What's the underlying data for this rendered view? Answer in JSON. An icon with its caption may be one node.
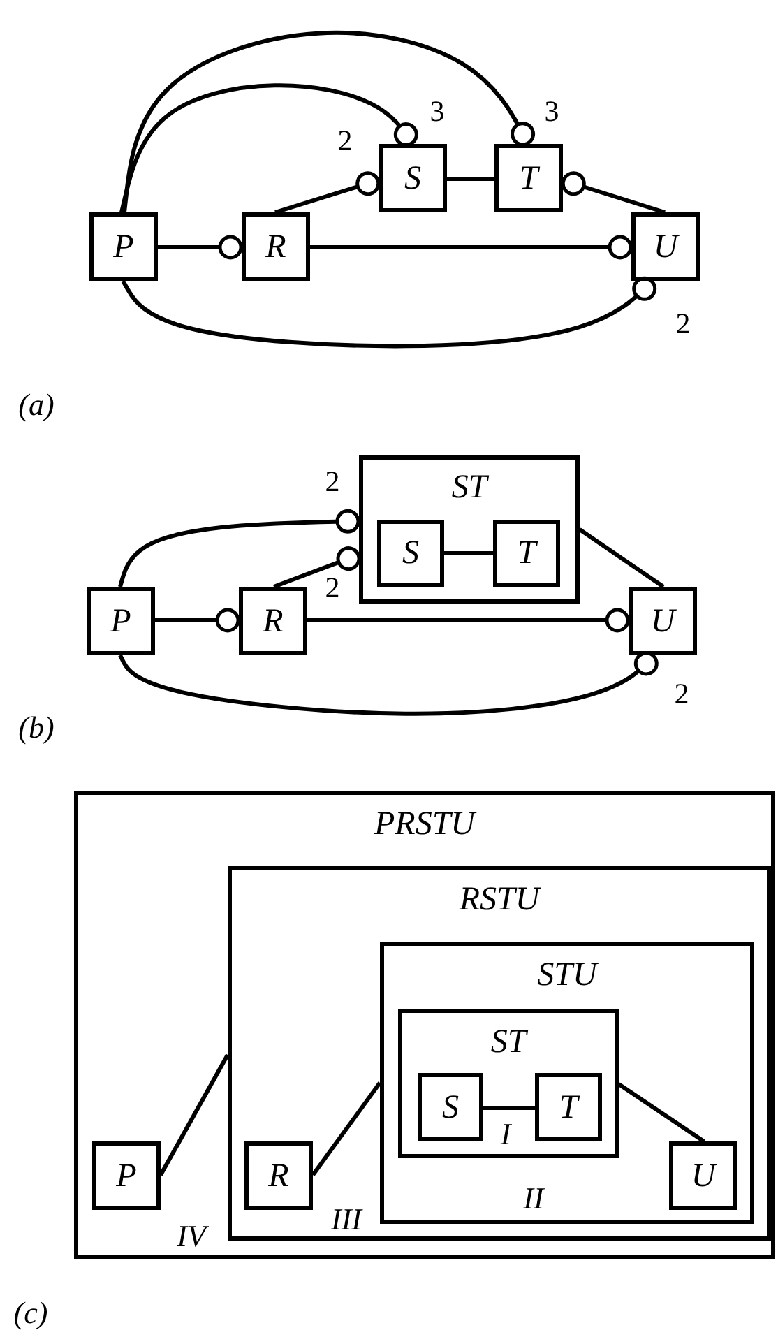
{
  "diagram": {
    "nodes": [
      {
        "text": [
          "P"
        ]
      },
      {
        "text": [
          "R"
        ]
      },
      {
        "text": [
          "S"
        ]
      },
      {
        "text": [
          "T"
        ]
      },
      {
        "text": [
          "U"
        ]
      },
      {
        "text": [
          "ST"
        ]
      },
      {
        "text": [
          "S"
        ],
        "in": 5
      },
      {
        "text": [
          "T"
        ],
        "in": 5
      },
      {
        "text": [
          "P"
        ]
      },
      {
        "text": [
          "R"
        ]
      },
      {
        "text": [
          "U"
        ]
      },
      {
        "text": [
          "PRSTU"
        ]
      },
      {
        "text": [
          "RSTU"
        ],
        "in": 11
      },
      {
        "text": [
          "STU"
        ],
        "in": 12
      },
      {
        "text": [
          "ST"
        ],
        "in": 13
      },
      {
        "text": [
          "S"
        ],
        "in": 14
      },
      {
        "text": [
          "T"
        ],
        "in": 14
      },
      {
        "text": [
          "P"
        ],
        "in": 11
      },
      {
        "text": [
          "R"
        ],
        "in": 12
      },
      {
        "text": [
          "U"
        ],
        "in": 13
      }
    ],
    "edges": [
      {
        "from": 0,
        "to": 1,
        "arrow": "other"
      },
      {
        "from": 1,
        "to": 2,
        "arrow": "other",
        "label": "2"
      },
      {
        "from": 0,
        "to": 2,
        "arrow": "other",
        "label": "3"
      },
      {
        "from": 0,
        "to": 3,
        "arrow": "other",
        "label": "3"
      },
      {
        "from": 2,
        "to": 3,
        "arrow": "none"
      },
      {
        "from": 4,
        "to": 3,
        "arrow": "other"
      },
      {
        "from": 1,
        "to": 4,
        "arrow": "other"
      },
      {
        "from": 0,
        "to": 4,
        "arrow": "other",
        "label": "2"
      },
      {
        "from": 8,
        "to": 5,
        "arrow": "other",
        "label": "2"
      },
      {
        "from": 9,
        "to": 5,
        "arrow": "other",
        "label": "2"
      },
      {
        "from": 6,
        "to": 7,
        "arrow": "none"
      },
      {
        "from": 5,
        "to": 10,
        "arrow": "none"
      },
      {
        "from": 8,
        "to": 9,
        "arrow": "other"
      },
      {
        "from": 9,
        "to": 10,
        "arrow": "other"
      },
      {
        "from": 8,
        "to": 10,
        "arrow": "other",
        "label": "2"
      },
      {
        "from": 17,
        "to": 12,
        "arrow": "none"
      },
      {
        "from": 18,
        "to": 13,
        "arrow": "none"
      },
      {
        "from": 15,
        "to": 16,
        "arrow": "none"
      },
      {
        "from": 14,
        "to": 19,
        "arrow": "none"
      }
    ],
    "labels": [
      "(a)",
      "(b)",
      "I",
      "II",
      "III",
      "IV",
      "(c)"
    ]
  }
}
